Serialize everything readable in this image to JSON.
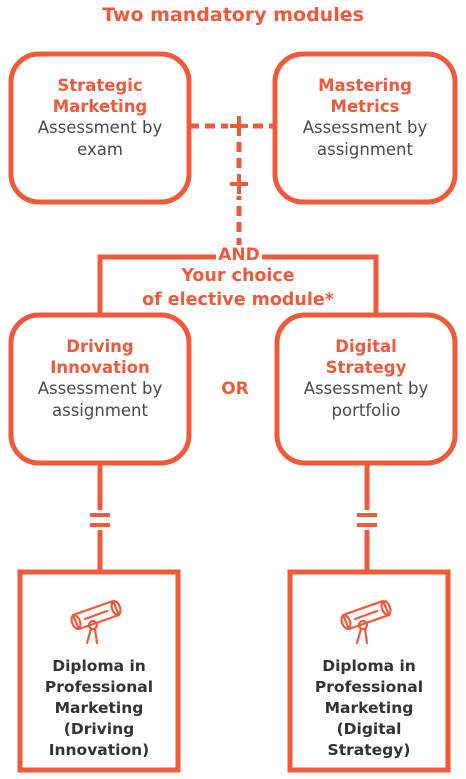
{
  "colors": {
    "accent": "#ef5a3c",
    "text": "#4a4a4a",
    "diploma_text": "#333333",
    "background": "#ffffff"
  },
  "heading": "Two mandatory modules",
  "mandatory": [
    {
      "title_line1": "Strategic",
      "title_line2": "Marketing",
      "desc_line1": "Assessment by",
      "desc_line2": "exam"
    },
    {
      "title_line1": "Mastering",
      "title_line2": "Metrics",
      "desc_line1": "Assessment by",
      "desc_line2": "assignment"
    }
  ],
  "and_label": "AND",
  "choice_line1": "Your choice",
  "choice_line2": "of elective module*",
  "or_label": "OR",
  "electives": [
    {
      "title_line1": "Driving",
      "title_line2": "Innovation",
      "desc_line1": "Assessment by",
      "desc_line2": "assignment"
    },
    {
      "title_line1": "Digital",
      "title_line2": "Strategy",
      "desc_line1": "Assessment by",
      "desc_line2": "portfolio"
    }
  ],
  "diplomas": [
    {
      "lines": [
        "Diploma in",
        "Professional",
        "Marketing",
        "(Driving",
        "Innovation)"
      ],
      "icon": "diploma-scroll-icon"
    },
    {
      "lines": [
        "Diploma in",
        "Professional",
        "Marketing",
        "(Digital",
        "Strategy)"
      ],
      "icon": "diploma-scroll-icon"
    }
  ]
}
